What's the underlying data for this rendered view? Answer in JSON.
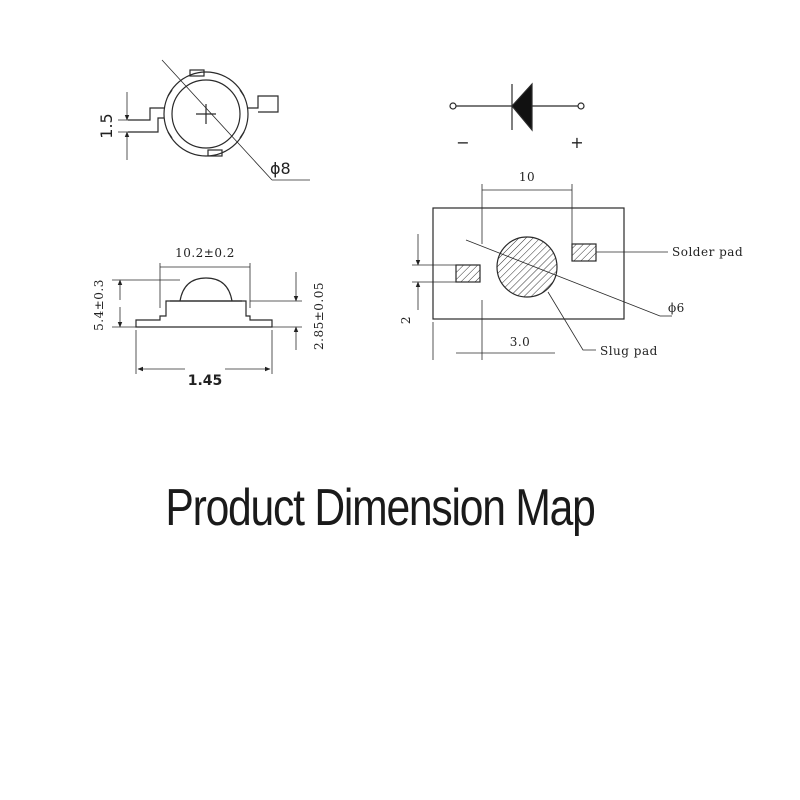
{
  "title": "Product Dimension Map",
  "top_view": {
    "height_label": "1.5",
    "diameter_label": "ϕ8"
  },
  "polarity": {
    "minus_label": "−",
    "plus_label": "+"
  },
  "side_view": {
    "width_label": "10.2±0.2",
    "height_label": "5.4±0.3",
    "base_height_label": "2.85±0.05",
    "length_label": "1.45"
  },
  "footprint": {
    "pad_spacing_label": "10",
    "pad_height_label": "2",
    "offset_label": "3.0",
    "slug_diameter_label": "ϕ6",
    "solder_pad_label": "Solder pad",
    "slug_pad_label": "Slug pad"
  },
  "colors": {
    "line": "#2a2a2a",
    "text": "#1a1a1a",
    "background": "#ffffff"
  }
}
